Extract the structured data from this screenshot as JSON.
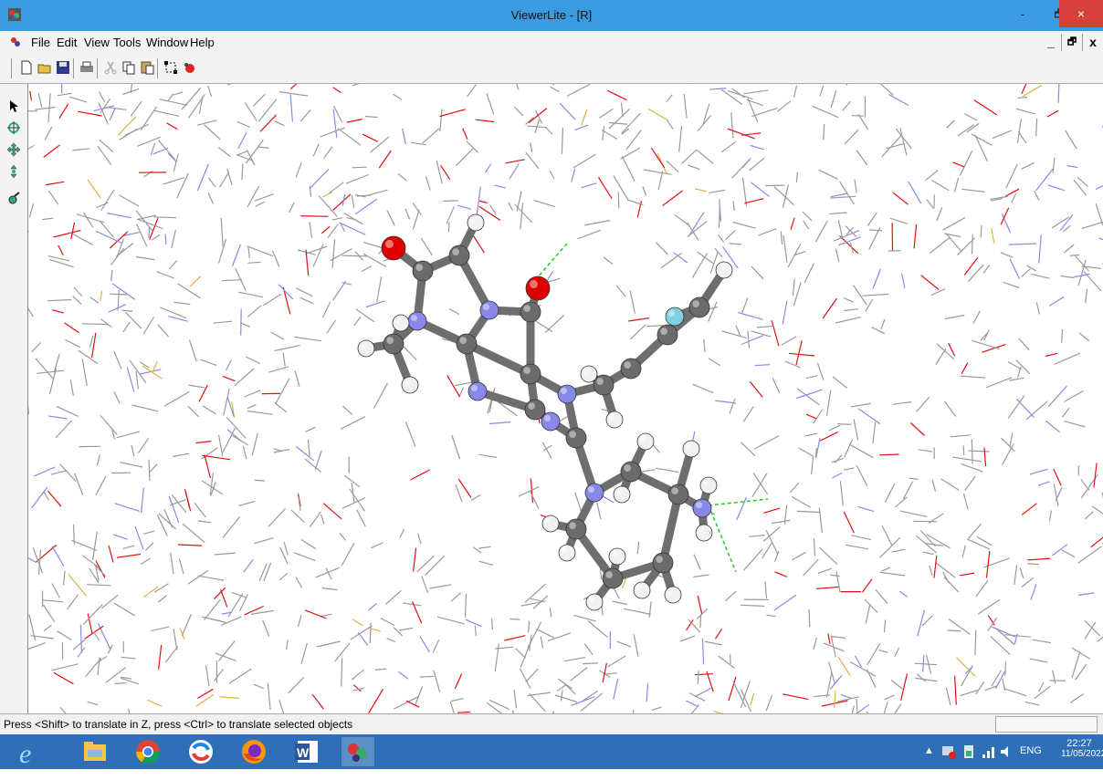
{
  "window": {
    "title": "ViewerLite - [R]",
    "minimize": "-",
    "restore": "🗗",
    "close": "×"
  },
  "menubar": {
    "items": [
      "File",
      "Edit",
      "View",
      "Tools",
      "Window",
      "Help"
    ],
    "mdi_minimize": "_",
    "mdi_restore": "🗗",
    "mdi_close": "x"
  },
  "toolbar": {
    "icons": [
      "new-icon",
      "open-icon",
      "save-icon",
      "print-icon",
      "cut-icon",
      "copy-icon",
      "paste-icon",
      "select-icon",
      "color-icon"
    ]
  },
  "left_tools": {
    "icons": [
      "pointer-icon",
      "rotate-icon",
      "translate-icon",
      "zoom-icon",
      "clip-icon"
    ]
  },
  "status": {
    "message": "Press <Shift> to translate in Z, press <Ctrl> to translate selected objects"
  },
  "taskbar": {
    "apps": [
      "internet-explorer-icon",
      "file-explorer-icon",
      "chrome-icon",
      "app-blue-icon",
      "firefox-icon",
      "word-icon",
      "viewerlite-icon"
    ],
    "language": "ENG",
    "time": "22:27",
    "date": "11/05/2022"
  },
  "colors": {
    "titlebar": "#3b9be0",
    "taskbar": "#2e6fb8",
    "close": "#d7413b",
    "oxygen": "#e00000",
    "nitrogen": "#8888e8",
    "carbon": "#6b6b6b",
    "hydrogen": "#f2f2f2",
    "fluorine": "#7fd0e0"
  }
}
